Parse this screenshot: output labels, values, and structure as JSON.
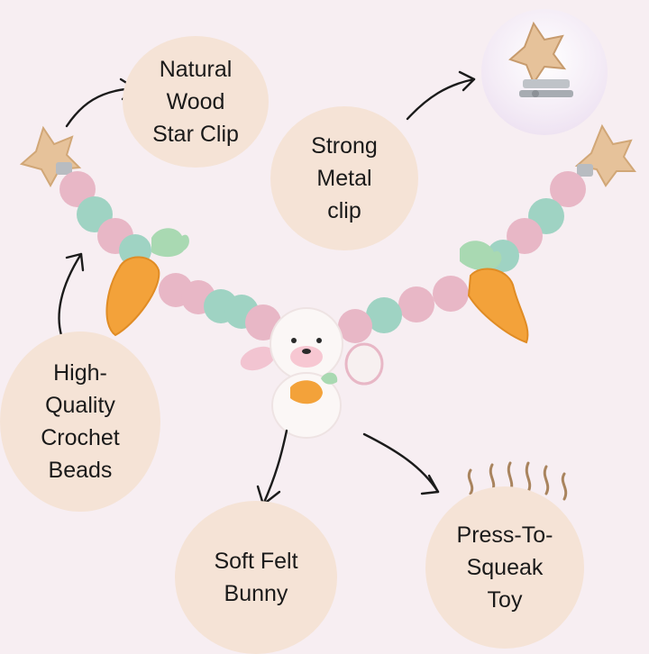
{
  "labels": {
    "wood_clip": [
      "Natural",
      "Wood",
      "Star Clip"
    ],
    "metal_clip": [
      "Strong",
      "Metal",
      "clip"
    ],
    "beads": [
      "High-",
      "Quality",
      "Crochet",
      "Beads"
    ],
    "bunny": [
      "Soft Felt",
      "Bunny"
    ],
    "squeak": [
      "Press-To-",
      "Squeak",
      "Toy"
    ]
  },
  "colors": {
    "background": "#f7eef2",
    "bubble": "#f5e3d6",
    "bead_pink": "#e8b7c6",
    "bead_mint": "#9fd3c3",
    "wood": "#e6c29a",
    "carrot": "#f3a23a",
    "leaf": "#a9d9b2",
    "arrow": "#1b1b1b",
    "squeak_lines": "#a9845e"
  },
  "icons": [
    "curved-arrow-icon",
    "star-clip-icon",
    "squeak-lines-icon"
  ]
}
